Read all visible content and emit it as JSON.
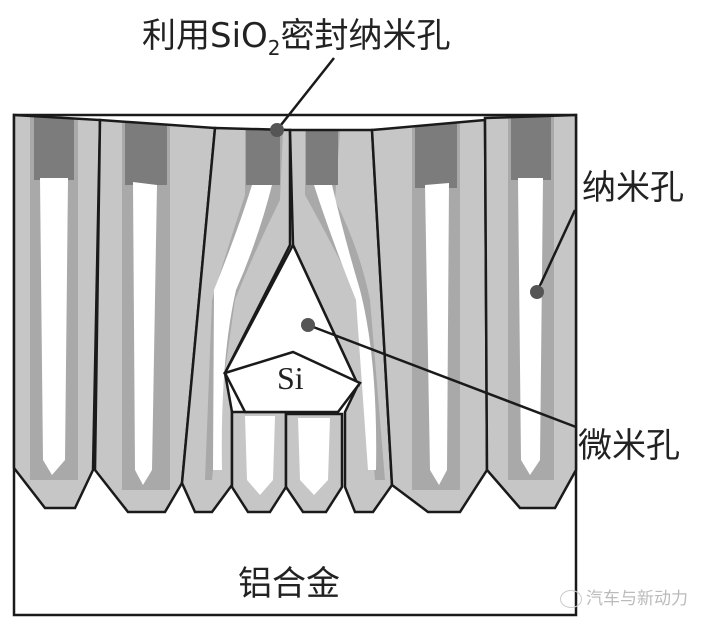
{
  "labels": {
    "title_prefix": "利用SiO",
    "title_sub": "2",
    "title_suffix": "密封纳米孔",
    "nanopore": "纳米孔",
    "micropore": "微米孔",
    "silicon": "Si",
    "substrate": "铝合金"
  },
  "watermark": "汽车与新动力",
  "colors": {
    "light_gray": "#c6c6c6",
    "mid_gray": "#a9a9a9",
    "dark_cap": "#7c7c7c",
    "outline": "#1a1a1a"
  }
}
